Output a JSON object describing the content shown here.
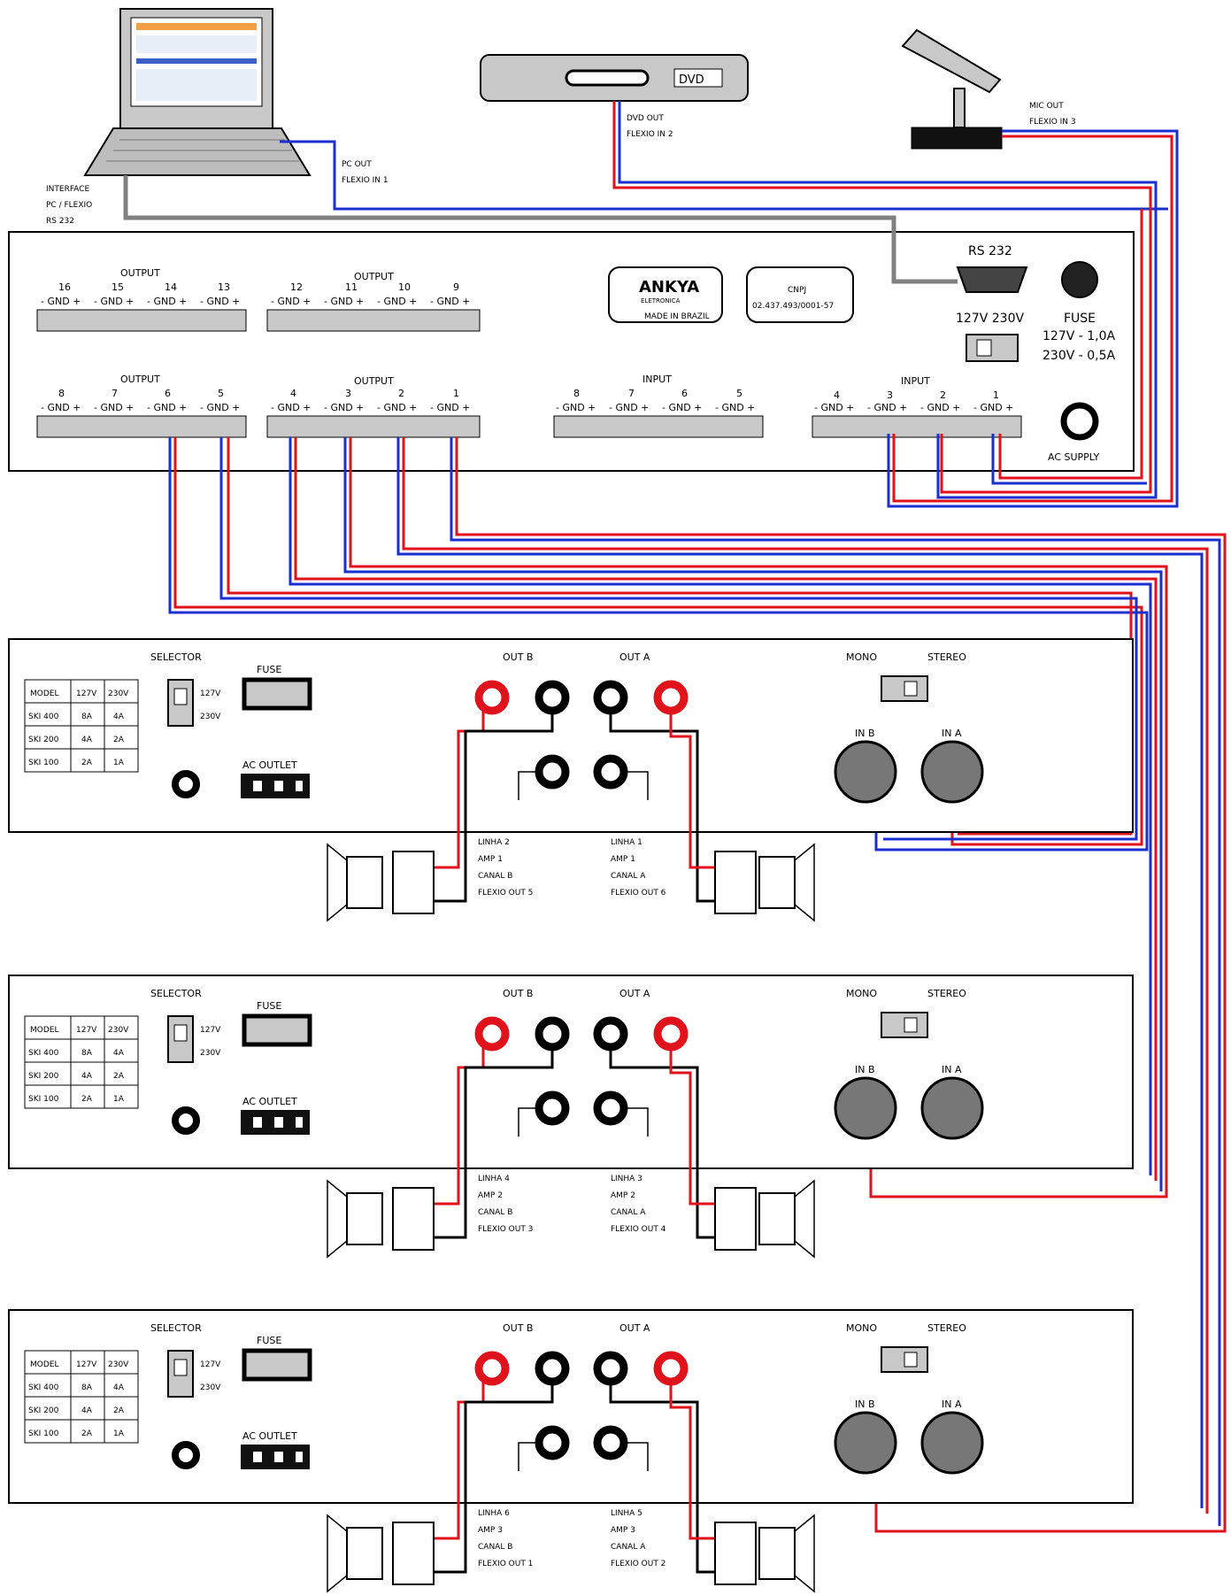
{
  "devices": {
    "interface_label": [
      "INTERFACE",
      "PC / FLEXIO",
      "RS 232"
    ],
    "pc_out_label": [
      "PC OUT",
      "FLEXIO IN 1"
    ],
    "dvd_label": "DVD",
    "dvd_out_label": [
      "DVD OUT",
      "FLEXIO IN 2"
    ],
    "mic_out_label": [
      "MIC OUT",
      "FLEXIO IN 3"
    ]
  },
  "flexio": {
    "output_title": "OUTPUT",
    "input_title": "INPUT",
    "pin_label": "- GND +",
    "top_left_group": [
      "16",
      "15",
      "14",
      "13"
    ],
    "top_right_group": [
      "12",
      "11",
      "10",
      "9"
    ],
    "bottom_out_left": [
      "8",
      "7",
      "6",
      "5"
    ],
    "bottom_out_right": [
      "4",
      "3",
      "2",
      "1"
    ],
    "bottom_in_left": [
      "8",
      "7",
      "6",
      "5"
    ],
    "bottom_in_right": [
      "4",
      "3",
      "2",
      "1"
    ],
    "brand": "ANKYA",
    "brand_sub": "ELETRONICA",
    "made_in": "MADE IN BRAZIL",
    "cnpj_title": "CNPJ",
    "cnpj_value": "02.437.493/0001-57",
    "rs232": "RS 232",
    "voltage_select": "127V  230V",
    "fuse": "FUSE",
    "fuse_127": "127V - 1,0A",
    "fuse_230": "230V - 0,5A",
    "ac_supply": "AC SUPPLY"
  },
  "amplifier_common": {
    "selector": "SELECTOR",
    "fuse": "FUSE",
    "v127": "127V",
    "v230": "230V",
    "ac_outlet": "AC OUTLET",
    "out_b": "OUT B",
    "out_a": "OUT A",
    "mono": "MONO",
    "stereo": "STEREO",
    "in_b": "IN B",
    "in_a": "IN A",
    "table_header": [
      "MODEL",
      "127V",
      "230V"
    ],
    "table_rows": [
      [
        "SKI 400",
        "8A",
        "4A"
      ],
      [
        "SKI 200",
        "4A",
        "2A"
      ],
      [
        "SKI 100",
        "2A",
        "1A"
      ]
    ]
  },
  "amplifiers": [
    {
      "left_line": [
        "LINHA 2",
        "AMP 1",
        "CANAL B",
        "FLEXIO OUT 5"
      ],
      "right_line": [
        "LINHA 1",
        "AMP 1",
        "CANAL A",
        "FLEXIO OUT 6"
      ]
    },
    {
      "left_line": [
        "LINHA 4",
        "AMP 2",
        "CANAL B",
        "FLEXIO OUT 3"
      ],
      "right_line": [
        "LINHA 3",
        "AMP 2",
        "CANAL A",
        "FLEXIO OUT 4"
      ]
    },
    {
      "left_line": [
        "LINHA 6",
        "AMP 3",
        "CANAL B",
        "FLEXIO OUT 1"
      ],
      "right_line": [
        "LINHA 5",
        "AMP 3",
        "CANAL A",
        "FLEXIO OUT 2"
      ]
    }
  ],
  "colors": {
    "red": "#e0121b",
    "blue": "#1a2fd1",
    "gray": "#808080",
    "black": "#000000"
  }
}
